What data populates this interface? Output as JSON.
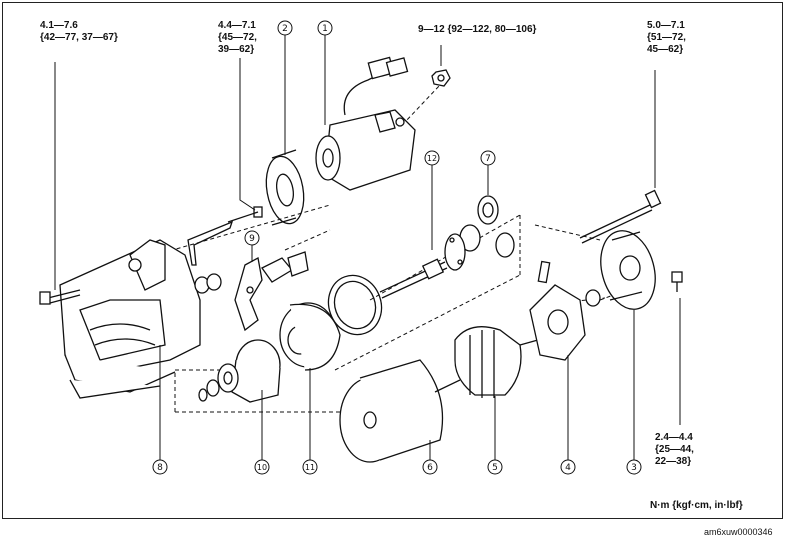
{
  "torques": {
    "t1": [
      "4.1—7.6",
      "{42—77, 37—67}"
    ],
    "t2": [
      "4.4—7.1",
      "{45—72,",
      "39—62}"
    ],
    "t3": [
      "9—12 {92—122, 80—106}"
    ],
    "t4": [
      "5.0—7.1",
      "{51—72,",
      "45—62}"
    ],
    "t5": [
      "2.4—4.4",
      "{25—44,",
      "22—38}"
    ]
  },
  "callouts": [
    "1",
    "2",
    "3",
    "4",
    "5",
    "6",
    "7",
    "8",
    "9",
    "10",
    "11",
    "12"
  ],
  "units": "N·m {kgf·cm, in·lbf}",
  "figure_code": "am6xuw0000346"
}
